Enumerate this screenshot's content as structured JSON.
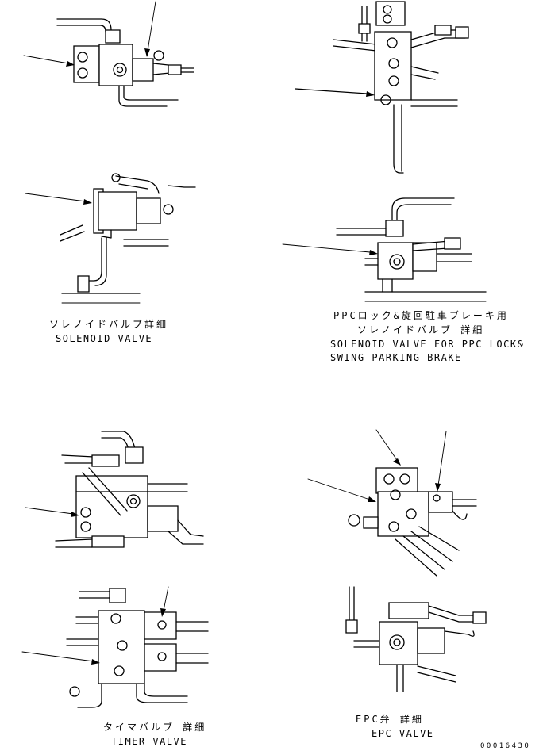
{
  "captions": {
    "solenoid": {
      "jp": "ソレノイドバルブ詳細",
      "en": "SOLENOID VALVE"
    },
    "ppc_lock": {
      "jp1": "PPCロック&旋回駐車ブレーキ用",
      "jp2": "ソレノイドバルブ 詳細",
      "en1": "SOLENOID VALVE FOR PPC LOCK&",
      "en2": "SWING PARKING BRAKE"
    },
    "timer": {
      "jp": "タイマバルブ 詳細",
      "en": "TIMER VALVE"
    },
    "epc": {
      "jp": "EPC弁 詳細",
      "en": "EPC VALVE"
    }
  },
  "document_number": "00016430"
}
